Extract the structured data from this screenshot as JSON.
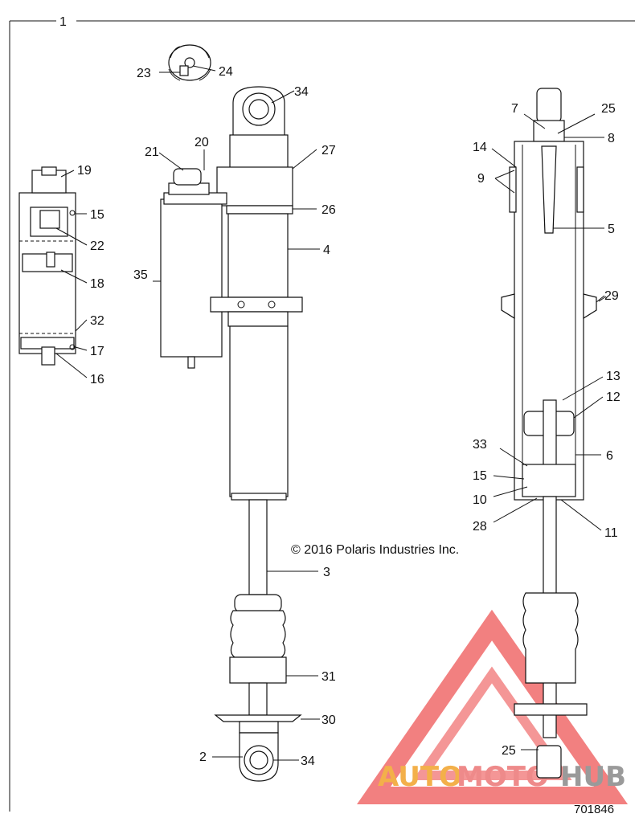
{
  "diagram": {
    "copyright": "© 2016 Polaris Industries Inc.",
    "drawing_number": "701846",
    "callouts": {
      "c1": "1",
      "c2": "2",
      "c3": "3",
      "c4": "4",
      "c5": "5",
      "c6": "6",
      "c7": "7",
      "c8": "8",
      "c9": "9",
      "c10": "10",
      "c11": "11",
      "c12": "12",
      "c13": "13",
      "c14": "14",
      "c15a": "15",
      "c15b": "15",
      "c16": "16",
      "c17": "17",
      "c18": "18",
      "c19": "19",
      "c20": "20",
      "c21": "21",
      "c22": "22",
      "c23": "23",
      "c24": "24",
      "c25a": "25",
      "c25b": "25",
      "c26": "26",
      "c27": "27",
      "c28": "28",
      "c29": "29",
      "c30": "30",
      "c31": "31",
      "c32": "32",
      "c33": "33",
      "c34a": "34",
      "c34b": "34",
      "c35": "35"
    }
  },
  "watermark": {
    "text_auto": "AUTO",
    "text_moto": "MOTO",
    "text_hub": "HUB",
    "colors": {
      "triangle": "#f06a6a",
      "auto": "#f3b04a",
      "moto": "#ee8a8a",
      "hub": "#9a9a9a"
    }
  }
}
